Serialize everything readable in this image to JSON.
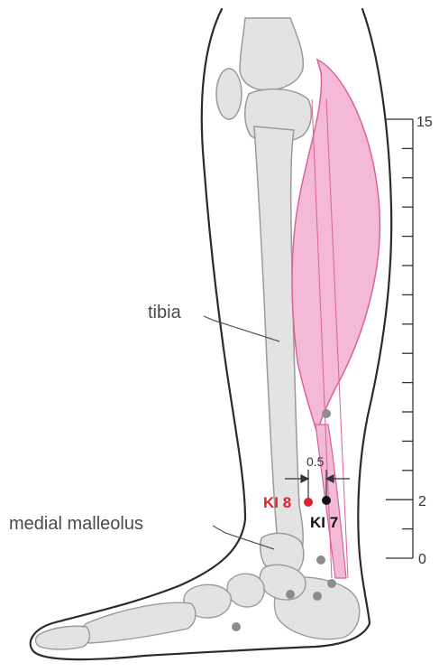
{
  "labels": {
    "tibia": "tibia",
    "medial_malleolus": "medial malleolus",
    "ki8": "KI 8",
    "ki7": "KI 7",
    "spacing": "0.5"
  },
  "scale": {
    "top": "15",
    "middle": "2",
    "bottom": "0"
  },
  "colors": {
    "muscle_fill": "#f4b9d6",
    "muscle_stroke": "#d9629a",
    "bone_fill": "#e3e3e3",
    "bone_stroke": "#9a9a9a",
    "outline": "#2b2b2b",
    "ki8_point": "#e0212b",
    "ki7_point": "#111111",
    "ref_point": "#8c8c8c"
  }
}
